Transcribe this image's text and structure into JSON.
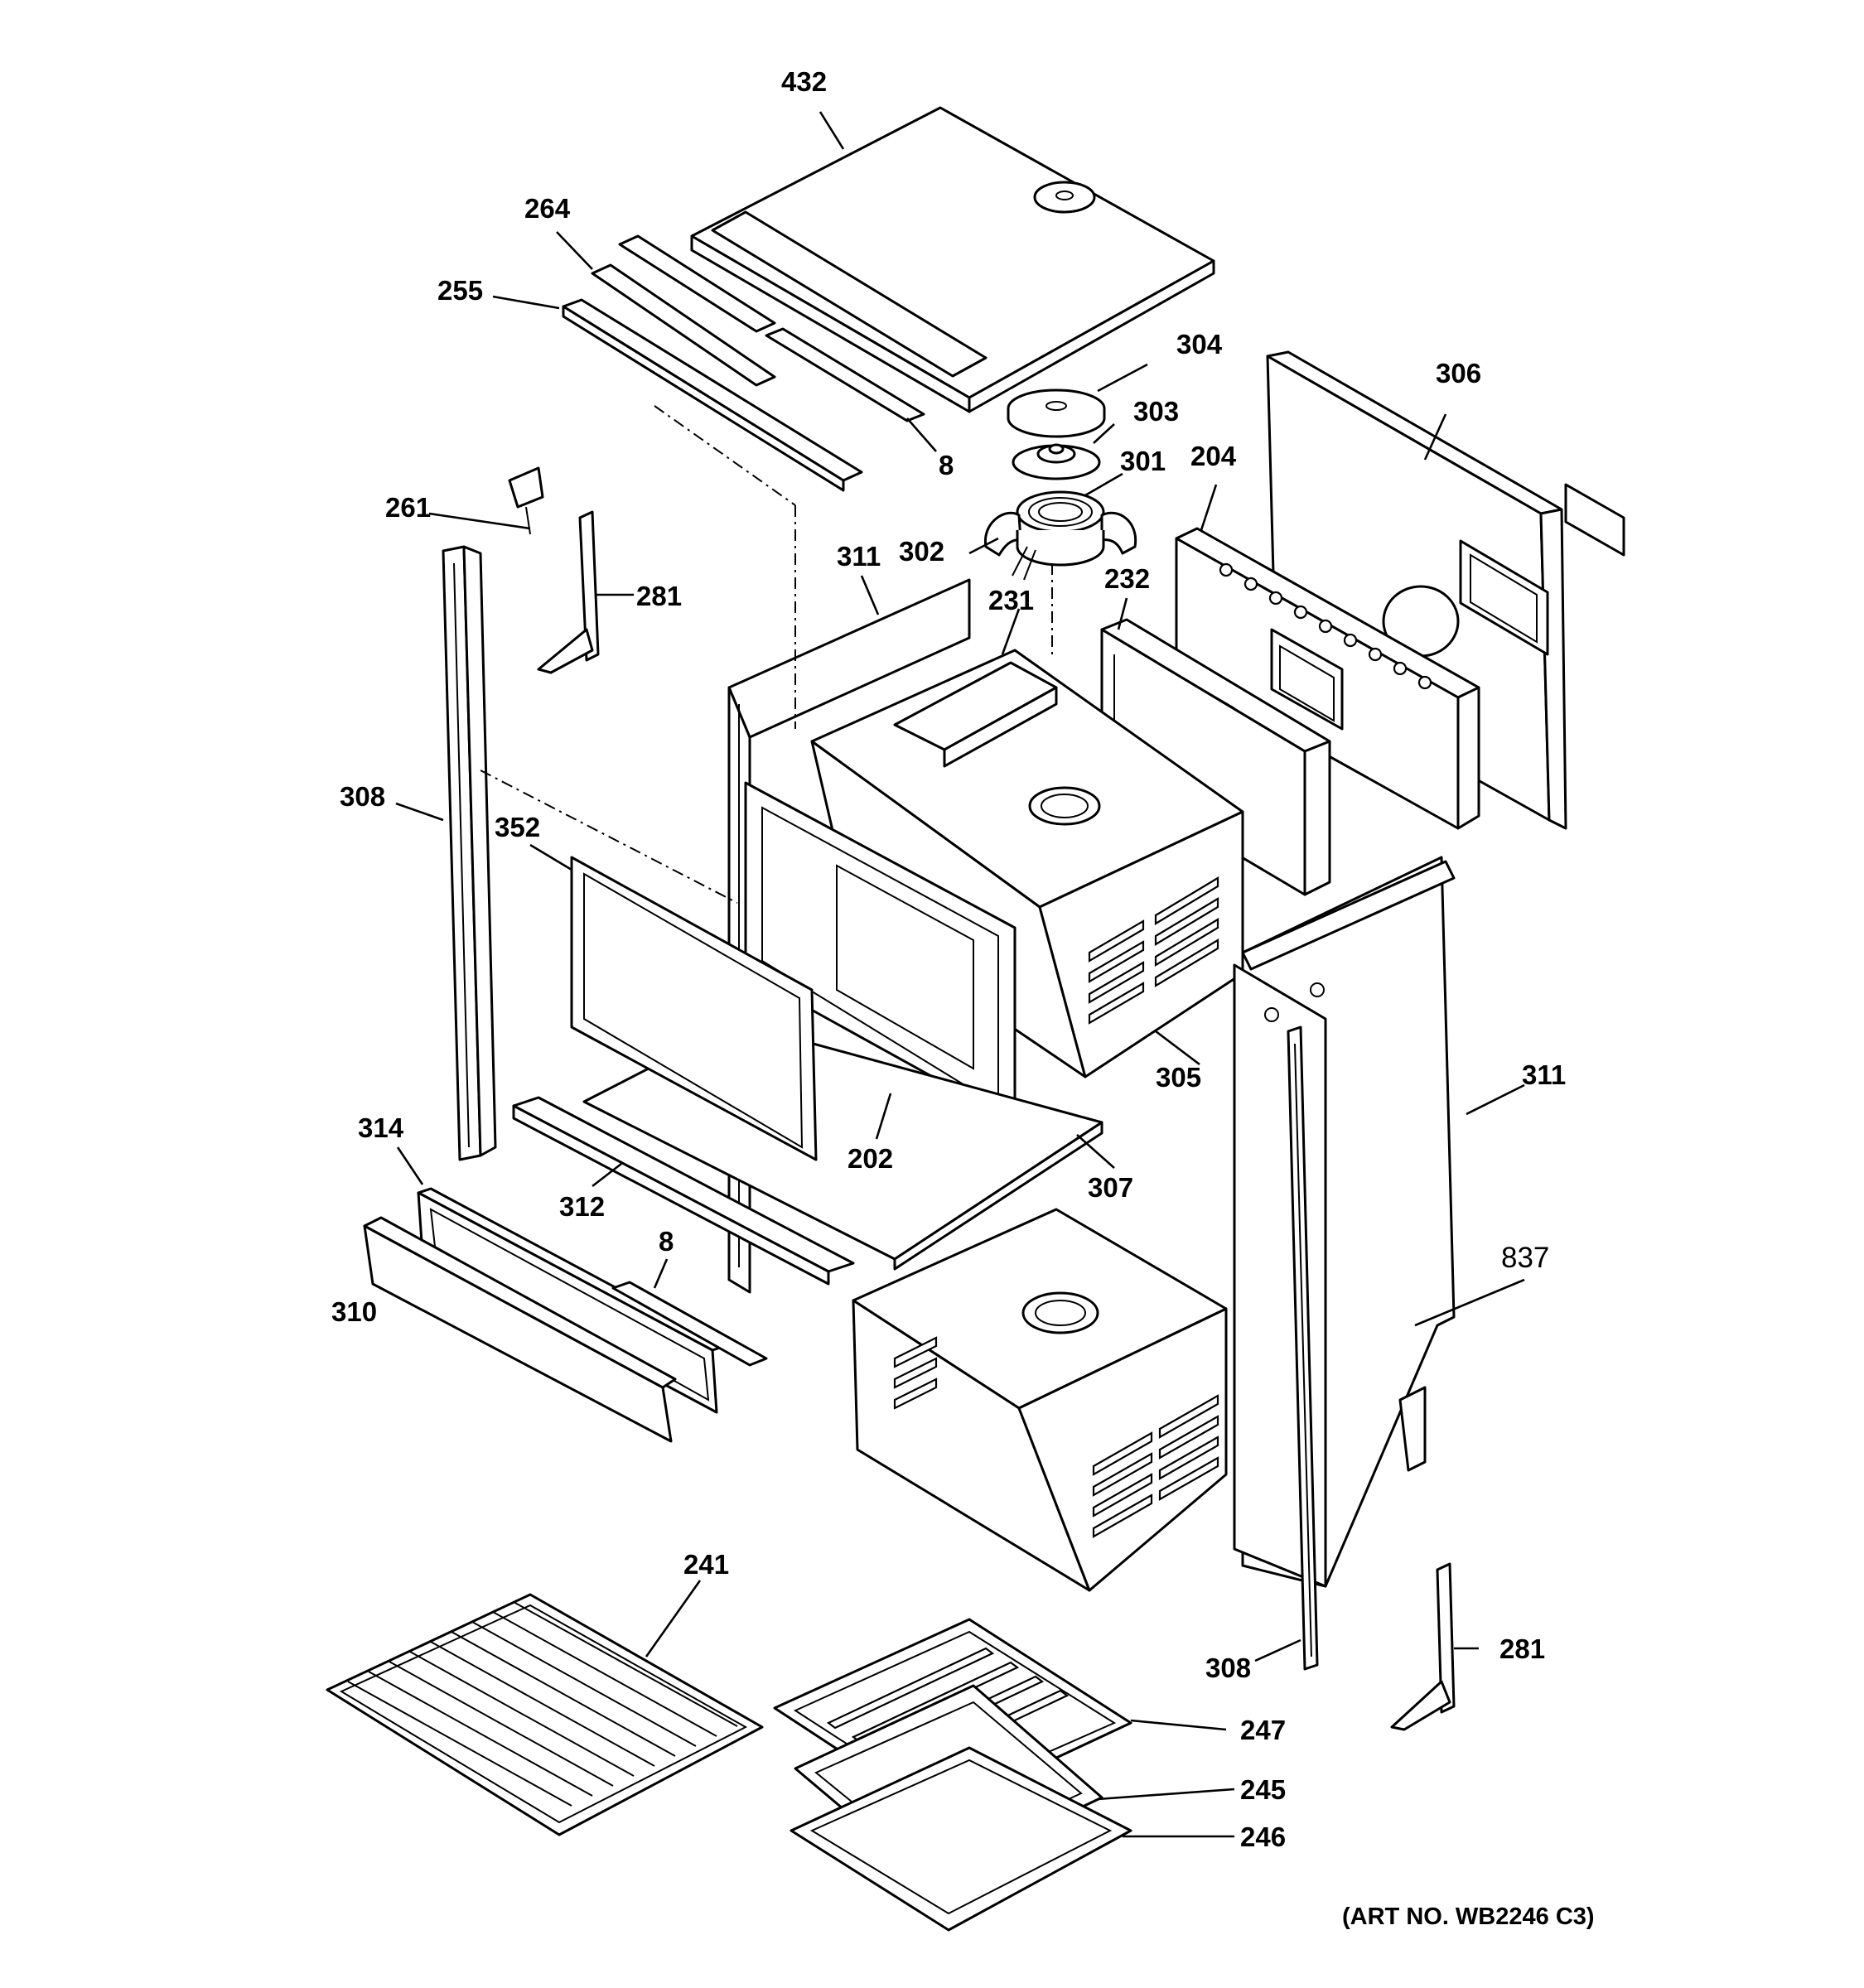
{
  "labels": {
    "p432": "432",
    "p264": "264",
    "p255": "255",
    "p8_top": "8",
    "p304": "304",
    "p303": "303",
    "p301": "301",
    "p302": "302",
    "p306": "306",
    "p204": "204",
    "p261": "261",
    "p281_top": "281",
    "p311_top": "311",
    "p231": "231",
    "p232": "232",
    "p308_left": "308",
    "p352": "352",
    "p305": "305",
    "p311_right": "311",
    "p202": "202",
    "p307": "307",
    "p314": "314",
    "p312": "312",
    "p8_bottom": "8",
    "p310": "310",
    "p837": "837",
    "p241": "241",
    "p308_right": "308",
    "p281_bottom": "281",
    "p247": "247",
    "p245": "245",
    "p246": "246"
  },
  "art_number": "(ART NO. WB2246 C3)"
}
